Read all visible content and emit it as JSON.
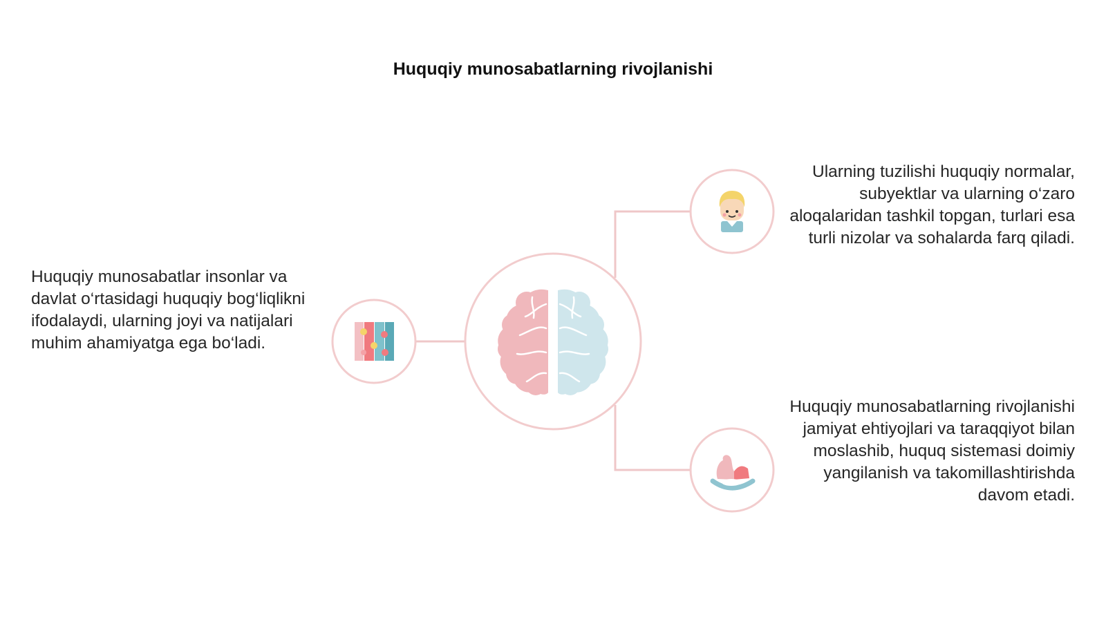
{
  "title": "Huquqiy munosabatlarning rivojlanishi",
  "nodes": {
    "left": {
      "text": "Huquqiy munosabatlar insonlar va davlat o‘rtasidagi huquqiy bog‘liqlikni ifodalaydi, ularning joyi va natijalari muhim ahamiyatga ega bo‘ladi.",
      "icon": "puzzle-icon"
    },
    "right_top": {
      "text": "Ularning tuzilishi huquqiy normalar, subyektlar va ularning o‘zaro aloqalaridan tashkil topgan, turlari esa turli nizolar va sohalarda farq qiladi.",
      "icon": "person-icon"
    },
    "right_bottom": {
      "text": "Huquqiy munosabatlarning rivojlanishi jamiyat ehtiyojlari va taraqqiyot bilan moslashib, huquq sistemasi doimiy yangilanish va takomillashtirishda davom etadi.",
      "icon": "rocking-horse-icon"
    },
    "center": {
      "icon": "brain-icon"
    }
  },
  "colors": {
    "ring": "#f2cccd",
    "connector": "#efc7c8",
    "brain_left": "#f0b8bc",
    "brain_right": "#cfe6ec",
    "text": "#262626",
    "title": "#111111"
  }
}
